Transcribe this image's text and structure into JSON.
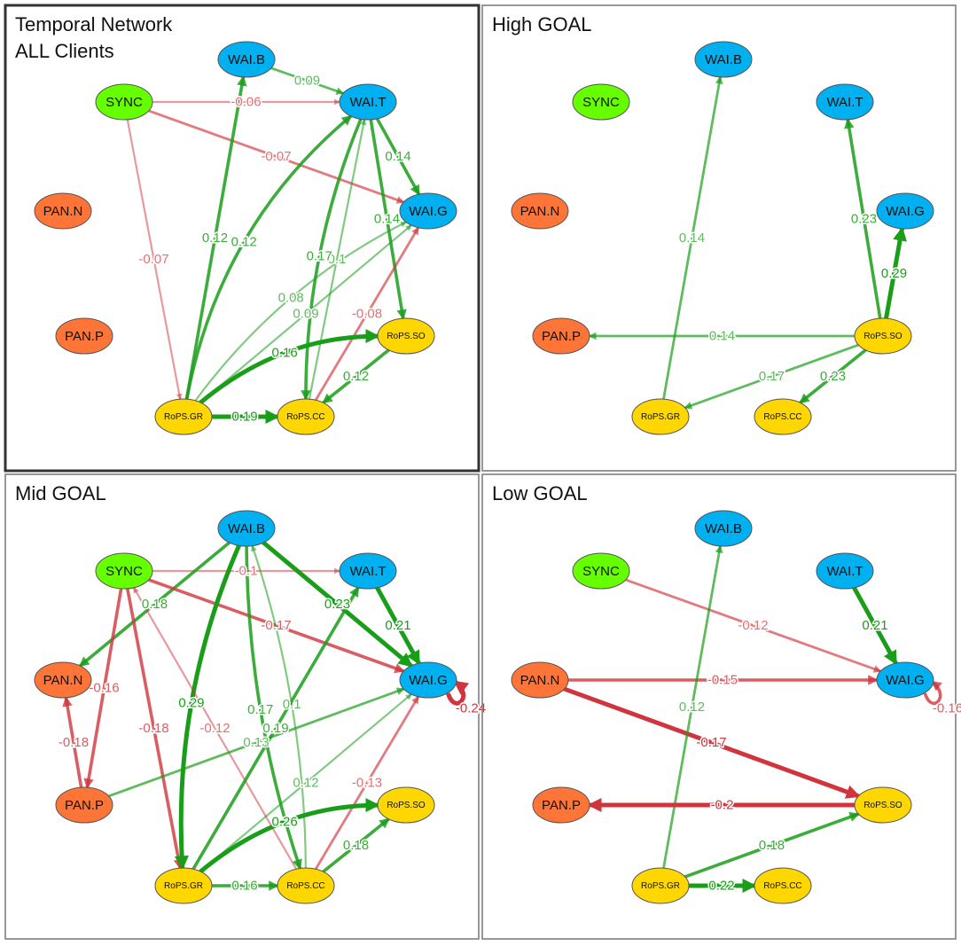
{
  "figure": {
    "panels": [
      {
        "id": "all",
        "title_lines": [
          "Temporal Network",
          "ALL Clients"
        ],
        "edges": [
          {
            "from": "WAI.B",
            "to": "WAI.T",
            "label": "0.09",
            "sign": "pos",
            "strength": "weak"
          },
          {
            "from": "SYNC",
            "to": "WAI.T",
            "label": "-0.06",
            "sign": "neg",
            "strength": "faint"
          },
          {
            "from": "SYNC",
            "to": "WAI.G",
            "label": "-0.07",
            "sign": "neg",
            "strength": "weak"
          },
          {
            "from": "SYNC",
            "to": "RoPS.GR",
            "label": "-0.07",
            "sign": "neg",
            "strength": "faint"
          },
          {
            "from": "RoPS.GR",
            "to": "WAI.B",
            "label": "0.12",
            "sign": "pos",
            "strength": "medium"
          },
          {
            "from": "RoPS.GR",
            "to": "WAI.T",
            "label": "0.12",
            "sign": "pos",
            "strength": "medium",
            "curve": -0.18
          },
          {
            "from": "WAI.T",
            "to": "WAI.G",
            "label": "0.14",
            "sign": "pos",
            "strength": "medium"
          },
          {
            "from": "WAI.T",
            "to": "RoPS.SO",
            "label": "0.14",
            "sign": "pos",
            "strength": "medium"
          },
          {
            "from": "RoPS.GR",
            "to": "WAI.G",
            "label": "0.08",
            "sign": "pos",
            "strength": "faint",
            "curve": -0.12
          },
          {
            "from": "RoPS.GR",
            "to": "WAI.G",
            "label": "0.09",
            "sign": "pos",
            "strength": "faint"
          },
          {
            "from": "RoPS.CC",
            "to": "WAI.T",
            "label": "0.1",
            "sign": "pos",
            "strength": "faint"
          },
          {
            "from": "RoPS.CC",
            "to": "WAI.G",
            "label": "-0.08",
            "sign": "neg",
            "strength": "weak"
          },
          {
            "from": "RoPS.GR",
            "to": "RoPS.SO",
            "label": "0.16",
            "sign": "pos",
            "strength": "strong",
            "curve": -0.18
          },
          {
            "from": "RoPS.SO",
            "to": "RoPS.CC",
            "label": "0.12",
            "sign": "pos",
            "strength": "medium"
          },
          {
            "from": "WAI.T",
            "to": "RoPS.CC",
            "label": "0.17",
            "sign": "pos",
            "strength": "medium",
            "curve": 0.1
          },
          {
            "from": "RoPS.GR",
            "to": "RoPS.CC",
            "label": "0.19",
            "sign": "pos",
            "strength": "strong"
          }
        ]
      },
      {
        "id": "high",
        "title_lines": [
          "High GOAL"
        ],
        "edges": [
          {
            "from": "RoPS.GR",
            "to": "WAI.B",
            "label": "0.14",
            "sign": "pos",
            "strength": "weak"
          },
          {
            "from": "RoPS.SO",
            "to": "WAI.T",
            "label": "0.23",
            "sign": "pos",
            "strength": "medium"
          },
          {
            "from": "RoPS.SO",
            "to": "WAI.G",
            "label": "0.29",
            "sign": "pos",
            "strength": "strong"
          },
          {
            "from": "RoPS.SO",
            "to": "PAN.P",
            "label": "0.14",
            "sign": "pos",
            "strength": "weak"
          },
          {
            "from": "RoPS.SO",
            "to": "RoPS.GR",
            "label": "0.17",
            "sign": "pos",
            "strength": "weak"
          },
          {
            "from": "RoPS.SO",
            "to": "RoPS.CC",
            "label": "0.23",
            "sign": "pos",
            "strength": "medium"
          }
        ]
      },
      {
        "id": "mid",
        "title_lines": [
          "Mid GOAL"
        ],
        "edges": [
          {
            "from": "SYNC",
            "to": "WAI.T",
            "label": "-0.1",
            "sign": "neg",
            "strength": "faint"
          },
          {
            "from": "WAI.B",
            "to": "PAN.N",
            "label": "0.18",
            "sign": "pos",
            "strength": "medium"
          },
          {
            "from": "WAI.B",
            "to": "WAI.G",
            "label": "0.23",
            "sign": "pos",
            "strength": "strong"
          },
          {
            "from": "WAI.T",
            "to": "WAI.G",
            "label": "0.21",
            "sign": "pos",
            "strength": "strong"
          },
          {
            "from": "SYNC",
            "to": "WAI.G",
            "label": "-0.17",
            "sign": "neg",
            "strength": "medium"
          },
          {
            "from": "SYNC",
            "to": "PAN.P",
            "label": "-0.16",
            "sign": "neg",
            "strength": "medium"
          },
          {
            "from": "PAN.P",
            "to": "PAN.N",
            "label": "-0.18",
            "sign": "neg",
            "strength": "medium"
          },
          {
            "from": "SYNC",
            "to": "RoPS.GR",
            "label": "-0.18",
            "sign": "neg",
            "strength": "medium"
          },
          {
            "from": "WAI.B",
            "to": "RoPS.GR",
            "label": "0.29",
            "sign": "pos",
            "strength": "strong",
            "curve": 0.12
          },
          {
            "from": "RoPS.CC",
            "to": "WAI.B",
            "label": "0.1",
            "sign": "pos",
            "strength": "faint",
            "curve": 0.08
          },
          {
            "from": "RoPS.CC",
            "to": "SYNC",
            "label": "-0.12",
            "sign": "neg",
            "strength": "faint"
          },
          {
            "from": "RoPS.GR",
            "to": "WAI.T",
            "label": "0.19",
            "sign": "pos",
            "strength": "medium"
          },
          {
            "from": "PAN.P",
            "to": "WAI.G",
            "label": "0.13",
            "sign": "pos",
            "strength": "weak"
          },
          {
            "from": "RoPS.GR",
            "to": "WAI.G",
            "label": "0.12",
            "sign": "pos",
            "strength": "faint"
          },
          {
            "from": "RoPS.CC",
            "to": "WAI.G",
            "label": "-0.13",
            "sign": "neg",
            "strength": "weak"
          },
          {
            "from": "RoPS.GR",
            "to": "RoPS.SO",
            "label": "0.26",
            "sign": "pos",
            "strength": "strong",
            "curve": -0.18
          },
          {
            "from": "RoPS.CC",
            "to": "RoPS.SO",
            "label": "0.18",
            "sign": "pos",
            "strength": "medium"
          },
          {
            "from": "WAI.B",
            "to": "RoPS.CC",
            "label": "0.17",
            "sign": "pos",
            "strength": "medium",
            "curve": 0.08
          },
          {
            "from": "RoPS.GR",
            "to": "RoPS.CC",
            "label": "0.16",
            "sign": "pos",
            "strength": "medium"
          },
          {
            "from": "WAI.G",
            "to": "WAI.G",
            "label": "-0.24",
            "sign": "neg",
            "strength": "strong",
            "self": true
          }
        ]
      },
      {
        "id": "low",
        "title_lines": [
          "Low GOAL"
        ],
        "edges": [
          {
            "from": "SYNC",
            "to": "WAI.G",
            "label": "-0.12",
            "sign": "neg",
            "strength": "weak"
          },
          {
            "from": "WAI.T",
            "to": "WAI.G",
            "label": "0.21",
            "sign": "pos",
            "strength": "strong"
          },
          {
            "from": "PAN.N",
            "to": "WAI.G",
            "label": "-0.15",
            "sign": "neg",
            "strength": "medium"
          },
          {
            "from": "PAN.N",
            "to": "RoPS.SO",
            "label": "-0.17",
            "sign": "neg",
            "strength": "strong"
          },
          {
            "from": "RoPS.GR",
            "to": "WAI.B",
            "label": "0.12",
            "sign": "pos",
            "strength": "weak"
          },
          {
            "from": "RoPS.SO",
            "to": "PAN.P",
            "label": "-0.2",
            "sign": "neg",
            "strength": "strong"
          },
          {
            "from": "RoPS.GR",
            "to": "RoPS.SO",
            "label": "0.18",
            "sign": "pos",
            "strength": "medium"
          },
          {
            "from": "RoPS.GR",
            "to": "RoPS.CC",
            "label": "0.22",
            "sign": "pos",
            "strength": "strong"
          },
          {
            "from": "WAI.G",
            "to": "WAI.G",
            "label": "-0.16",
            "sign": "neg",
            "strength": "medium",
            "self": true
          }
        ]
      }
    ],
    "nodes": [
      {
        "id": "WAI.B",
        "label": "WAI.B",
        "group": "wai"
      },
      {
        "id": "SYNC",
        "label": "SYNC",
        "group": "sync"
      },
      {
        "id": "WAI.T",
        "label": "WAI.T",
        "group": "wai"
      },
      {
        "id": "PAN.N",
        "label": "PAN.N",
        "group": "pan"
      },
      {
        "id": "WAI.G",
        "label": "WAI.G",
        "group": "wai"
      },
      {
        "id": "PAN.P",
        "label": "PAN.P",
        "group": "pan"
      },
      {
        "id": "RoPS.SO",
        "label": "RoPS.SO",
        "group": "rops"
      },
      {
        "id": "RoPS.GR",
        "label": "RoPS.GR",
        "group": "rops"
      },
      {
        "id": "RoPS.CC",
        "label": "RoPS.CC",
        "group": "rops"
      }
    ],
    "colors": {
      "wai": "#00b0f0",
      "sync": "#66ff00",
      "pan": "#ff7538",
      "rops": "#ffd700",
      "positive": "#1a9e1a",
      "negative": "#d1343c",
      "frame": "#777777",
      "frame_highlight": "#333333"
    }
  }
}
